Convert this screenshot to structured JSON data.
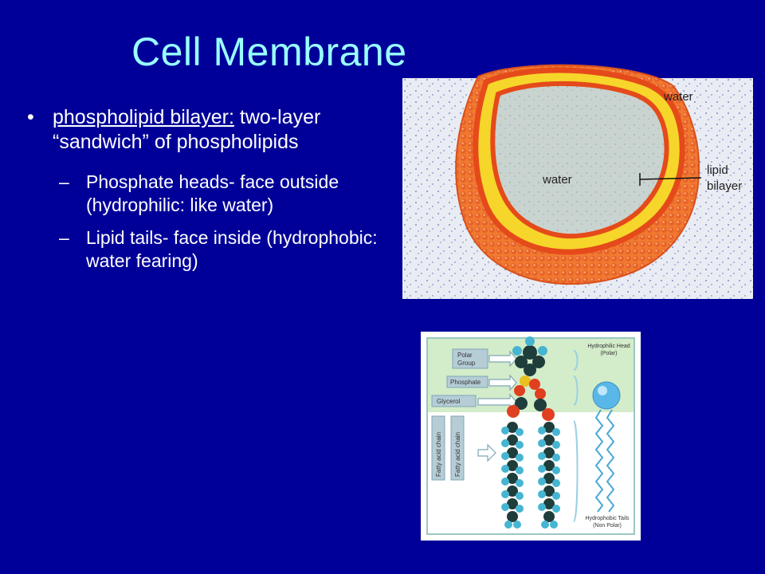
{
  "title": "Cell Membrane",
  "bullets": {
    "main": {
      "term": "phospholipid bilayer:",
      "text": " two-layer “sandwich” of phospholipids"
    },
    "sub": [
      "Phosphate heads- face outside (hydrophilic: like water)",
      "Lipid tails-  face inside (hydrophobic: water fearing)"
    ]
  },
  "figure_vesicle": {
    "label_water_outside": "water",
    "label_water_inside": "water",
    "label_lipid": "lipid",
    "label_bilayer": "bilayer"
  },
  "figure_phospholipid": {
    "label_polar_group_1": "Polar",
    "label_polar_group_2": "Group",
    "label_phosphate": "Phosphate",
    "label_glycerol": "Glycerol",
    "label_fatty_acid_1": "Fatty acid chain",
    "label_fatty_acid_2": "Fatty acid chain",
    "label_head_1": "Hydrophilic Head",
    "label_head_2": "(Polar)",
    "label_tails_1": "Hydrophobic Tails",
    "label_tails_2": "(Non Polar)"
  }
}
